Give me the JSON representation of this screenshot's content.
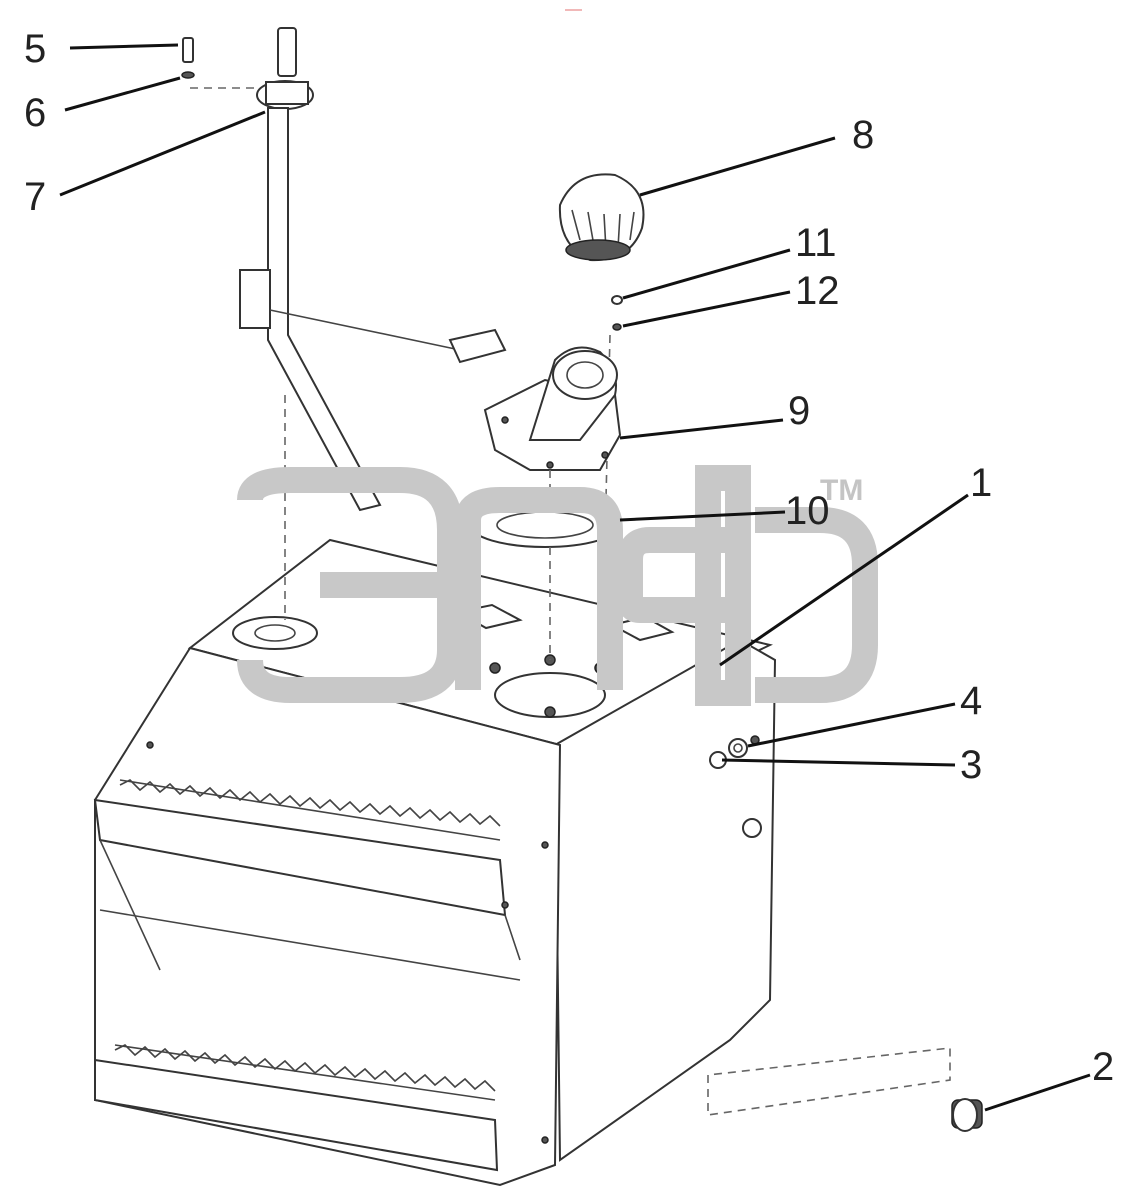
{
  "diagram": {
    "callouts": [
      {
        "number": "1"
      },
      {
        "number": "2"
      },
      {
        "number": "3"
      },
      {
        "number": "4"
      },
      {
        "number": "5"
      },
      {
        "number": "6"
      },
      {
        "number": "7"
      },
      {
        "number": "8"
      },
      {
        "number": "9"
      },
      {
        "number": "10"
      },
      {
        "number": "11"
      },
      {
        "number": "12"
      }
    ],
    "watermark": {
      "trademark": "TM"
    },
    "colors": {
      "line": "#333333",
      "watermark": "#c8c8c8",
      "background": "#ffffff"
    }
  }
}
